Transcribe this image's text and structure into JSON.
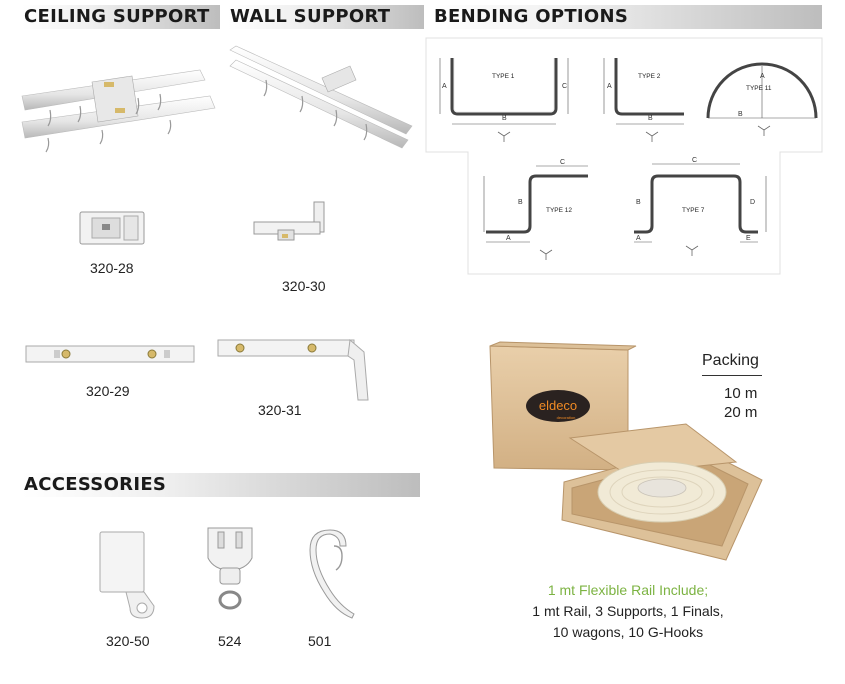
{
  "headers": {
    "ceiling": "CEILING SUPPORT",
    "wall": "WALL SUPPORT",
    "bending": "BENDING OPTIONS",
    "accessories": "ACCESSORIES"
  },
  "codes": {
    "c_320_28": "320-28",
    "c_320_30": "320-30",
    "c_320_29": "320-29",
    "c_320_31": "320-31",
    "c_320_50": "320-50",
    "c_524": "524",
    "c_501": "501"
  },
  "bending": {
    "type1": "TYPE 1",
    "type2": "TYPE 2",
    "type11": "TYPE 11",
    "type12": "TYPE 12",
    "type7": "TYPE 7",
    "labels": {
      "a": "A",
      "b": "B",
      "c": "C",
      "d": "D",
      "e": "E"
    }
  },
  "packing": {
    "title": "Packing",
    "size1": "10 m",
    "size2": "20 m",
    "brand": "eldeco",
    "brand_sub": "decoration"
  },
  "include": {
    "headline": "1 mt Flexible Rail Include;",
    "line1": "1 mt Rail, 3 Supports, 1 Finals,",
    "line2": "10 wagons, 10 G-Hooks",
    "headline_color": "#7cb342"
  }
}
